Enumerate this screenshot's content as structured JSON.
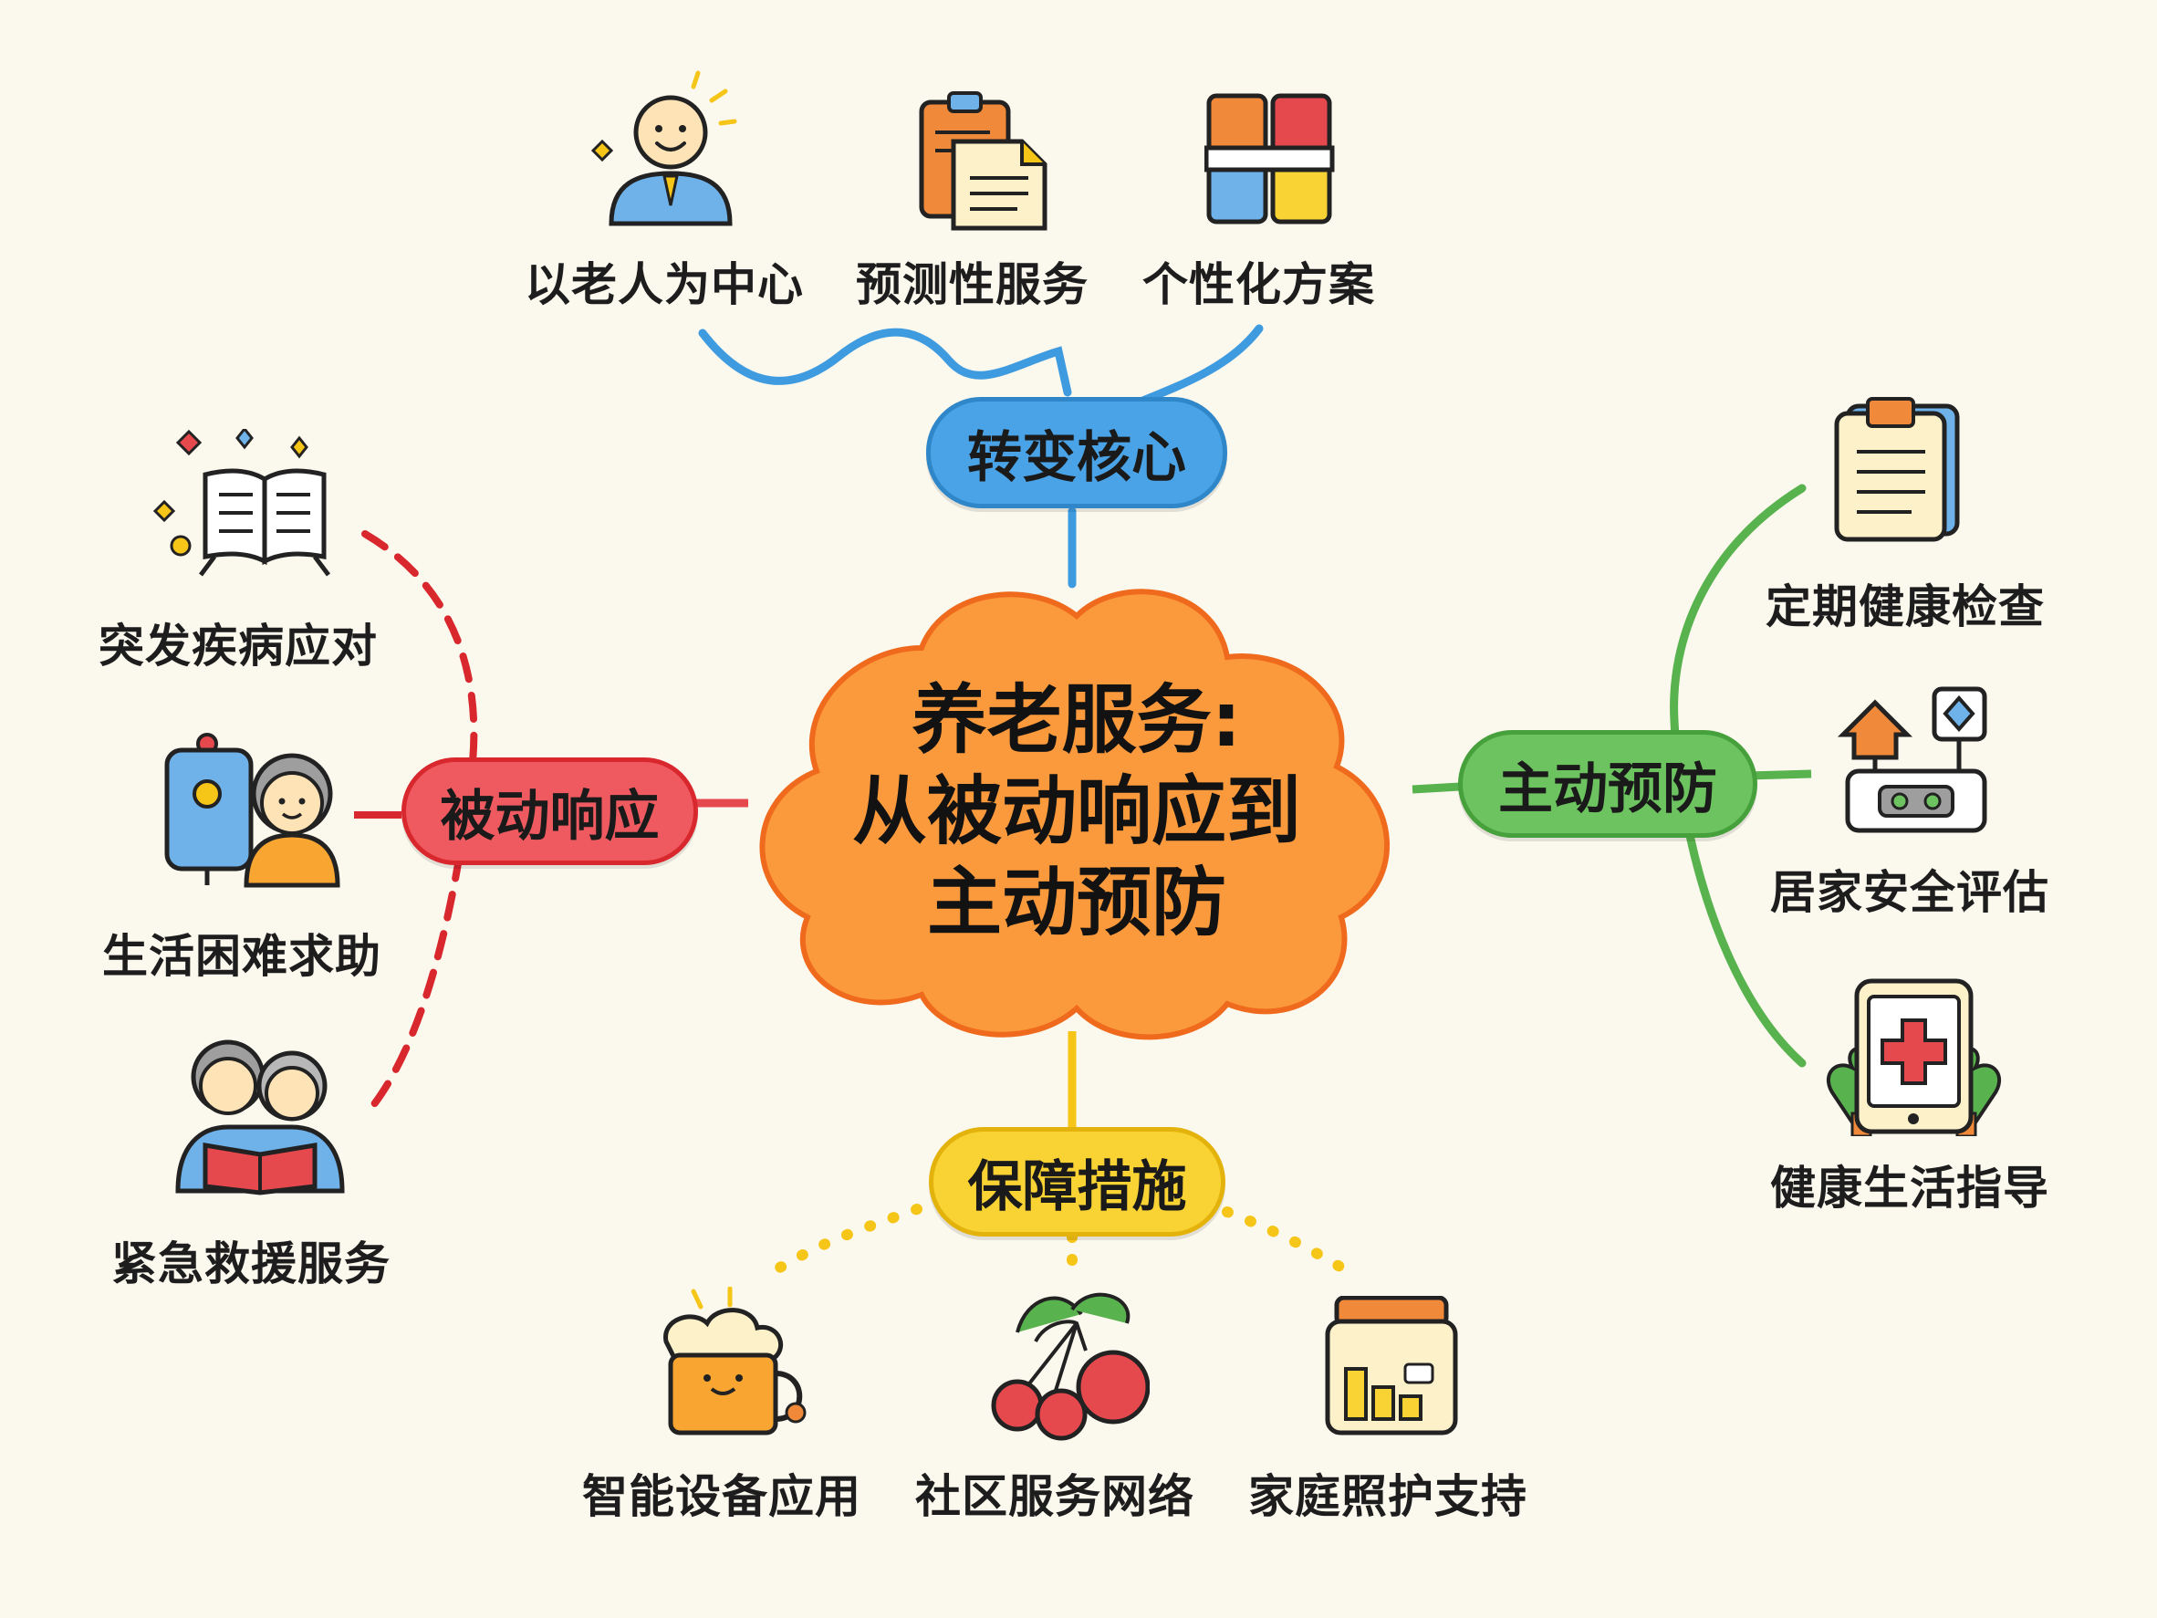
{
  "center": {
    "line1": "养老服务:",
    "line2": "从被动响应到",
    "line3": "主动预防"
  },
  "branches": {
    "top": {
      "label": "转变核心",
      "color": "#3f9be0",
      "leaves": [
        "以老人为中心",
        "预测性服务",
        "个性化方案"
      ],
      "icons": [
        "smiling-elder-icon",
        "clipboard-documents-icon",
        "plan-grid-icon"
      ]
    },
    "left": {
      "label": "被动响应",
      "color": "#e5484d",
      "leaves": [
        "突发疾病应对",
        "生活困难求助",
        "紧急救援服务"
      ],
      "icons": [
        "open-book-sparkles-icon",
        "elder-with-screen-icon",
        "elder-couple-reading-icon"
      ]
    },
    "right": {
      "label": "主动预防",
      "color": "#58b24d",
      "leaves": [
        "定期健康检查",
        "居家安全评估",
        "健康生活指导"
      ],
      "icons": [
        "health-checklist-icon",
        "home-sensor-device-icon",
        "medical-tablet-icon"
      ]
    },
    "bottom": {
      "label": "保障措施",
      "color": "#f5c518",
      "leaves": [
        "智能设备应用",
        "社区服务网络",
        "家庭照护支持"
      ],
      "icons": [
        "smart-mug-icon",
        "fruit-cherries-icon",
        "storage-jar-chart-icon"
      ]
    }
  },
  "colors": {
    "background": "#fbf8ee",
    "cloud_fill": "#fb9a3c",
    "cloud_stroke": "#ef6a1c"
  }
}
